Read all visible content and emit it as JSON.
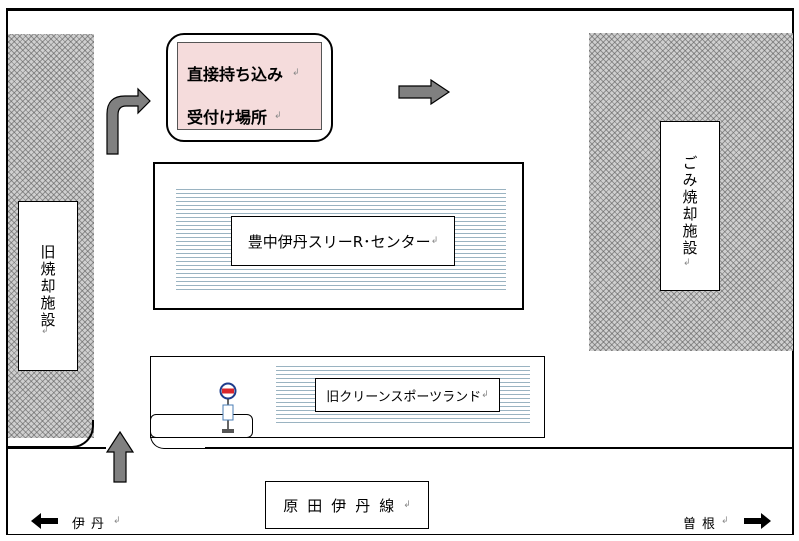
{
  "colors": {
    "border": "#000000",
    "hatch": "#9a9a9a",
    "stripes": "#9ab3c1",
    "reception_fill": "#f5dcdc",
    "arrow_fill": "#808080"
  },
  "map": {
    "reception": {
      "line1": "直接持ち込み",
      "line2": "受付け場所"
    },
    "recycle_center": "豊中伊丹スリーR･センター",
    "old_incinerator": "旧焼却施設",
    "incinerator": "ごみ焼却施設",
    "old_sports_land": "旧クリーンスポーツランド",
    "road_name": "原田伊丹線",
    "direction_left": "伊丹",
    "direction_right": "曽根",
    "para_mark": "↲",
    "icons": {
      "arrow_up": "up-arrow-icon",
      "arrow_turn": "turn-right-arrow-icon",
      "arrow_right_top": "right-arrow-icon",
      "arrow_left": "left-arrow-icon",
      "arrow_right": "right-arrow-icon",
      "bus_stop": "bus-stop-icon"
    }
  }
}
